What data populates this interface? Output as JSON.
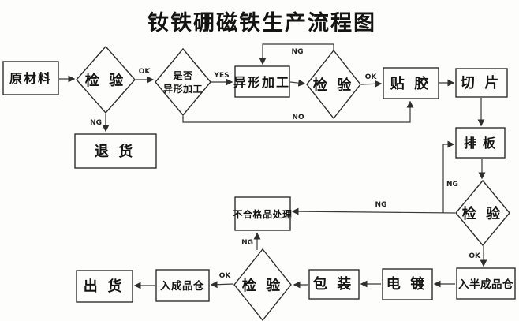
{
  "title": "钕铁硼磁铁生产流程图",
  "nodes": {
    "raw_material": {
      "label": "原材料",
      "type": "process"
    },
    "inspect1": {
      "label": "检 验",
      "type": "decision"
    },
    "shape_decision": {
      "label_line1": "是否",
      "label_line2": "异形加工",
      "type": "decision"
    },
    "shape_processing": {
      "label": "异形加工",
      "type": "process"
    },
    "inspect2": {
      "label": "检 验",
      "type": "decision"
    },
    "glue": {
      "label": "贴 胶",
      "type": "process"
    },
    "slice": {
      "label": "切 片",
      "type": "process"
    },
    "return_goods": {
      "label": "退 货",
      "type": "process"
    },
    "arrange_board": {
      "label": "排 板",
      "type": "process"
    },
    "inspect3": {
      "label": "检 验",
      "type": "decision"
    },
    "defect_handling": {
      "label": "不合格品处理",
      "type": "process"
    },
    "semi_finished_warehouse": {
      "label": "入半成品仓",
      "type": "process"
    },
    "plating": {
      "label": "电 镀",
      "type": "process"
    },
    "packaging": {
      "label": "包 装",
      "type": "process"
    },
    "inspect4": {
      "label": "检 验",
      "type": "decision"
    },
    "finished_warehouse": {
      "label": "入成品仓",
      "type": "process"
    },
    "shipping": {
      "label": "出 货",
      "type": "process"
    }
  },
  "edge_labels": {
    "ok": "OK",
    "ng": "NG",
    "yes": "YES",
    "no": "NO"
  },
  "colors": {
    "background": "#fdfdfb",
    "line": "#3a3a3a",
    "text": "#141414"
  }
}
